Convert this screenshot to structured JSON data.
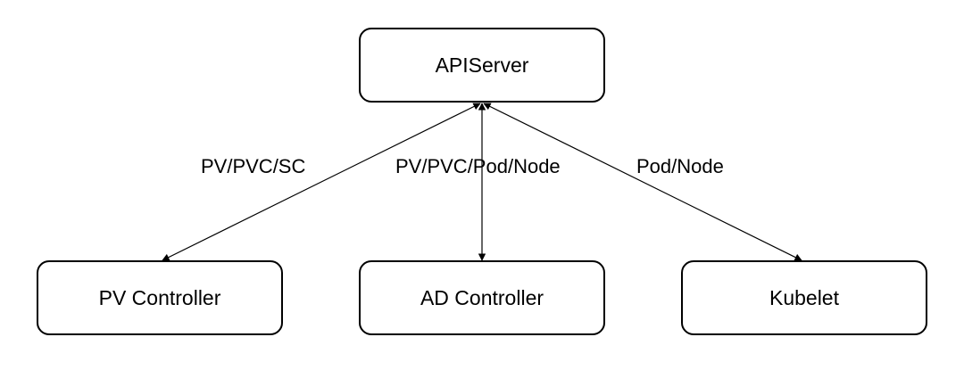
{
  "nodes": {
    "apiserver": "APIServer",
    "pv_controller": "PV Controller",
    "ad_controller": "AD Controller",
    "kubelet": "Kubelet"
  },
  "edges": [
    {
      "from": "apiserver",
      "to": "pv_controller",
      "label": "PV/PVC/SC",
      "direction": "bidirectional"
    },
    {
      "from": "apiserver",
      "to": "ad_controller",
      "label": "PV/PVC/Pod/Node",
      "direction": "bidirectional"
    },
    {
      "from": "apiserver",
      "to": "kubelet",
      "label": "Pod/Node",
      "direction": "bidirectional"
    }
  ],
  "colors": {
    "stroke": "#000000",
    "background": "#ffffff"
  }
}
